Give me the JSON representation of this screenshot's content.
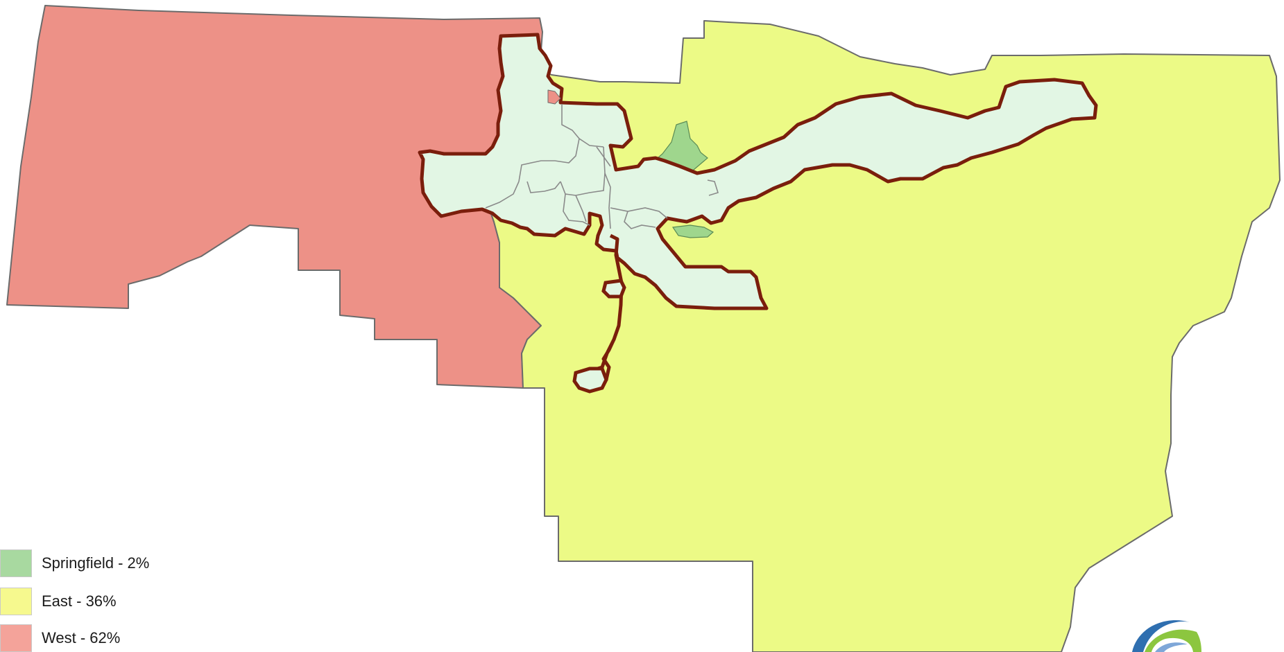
{
  "legend": {
    "items": [
      {
        "label": "Springfield - 2%",
        "color": "#a8d9a0"
      },
      {
        "label": "East - 36%",
        "color": "#f6f98e"
      },
      {
        "label": "West - 62%",
        "color": "#f4a39a"
      }
    ]
  },
  "colors": {
    "west": "#ed9187",
    "east": "#ecfa86",
    "springfield": "#9fd68d",
    "boundary_fill": "#e2f6e4",
    "boundary_stroke": "#7a1e0c",
    "logo_blue": "#2f6fb0",
    "logo_green": "#8cc63f",
    "logo_lightblue": "#7ea7d8"
  },
  "icons": {
    "logo": "agency-swoosh-logo-icon"
  }
}
